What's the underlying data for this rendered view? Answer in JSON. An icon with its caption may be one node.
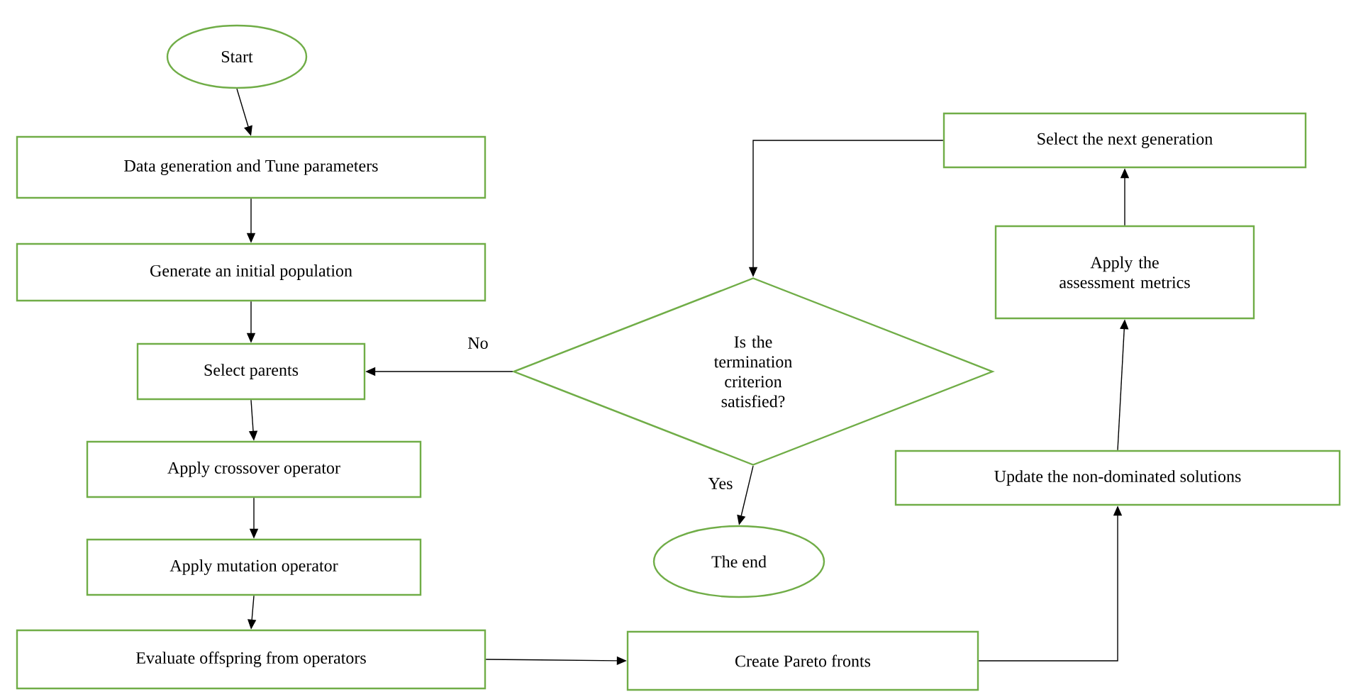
{
  "diagram": {
    "nodes": [
      {
        "text": [
          "Start"
        ]
      },
      {
        "text": [
          "Data generation and Tune parameters"
        ]
      },
      {
        "text": [
          "Generate an initial population"
        ]
      },
      {
        "text": [
          "Select parents"
        ]
      },
      {
        "text": [
          "Apply crossover operator"
        ]
      },
      {
        "text": [
          "Apply mutation operator"
        ]
      },
      {
        "text": [
          "Evaluate offspring from operators"
        ]
      },
      {
        "text": [
          "Create Pareto fronts"
        ]
      },
      {
        "text": [
          "Update the non-dominated solutions"
        ]
      },
      {
        "text": [
          "Apply the assessment metrics"
        ]
      },
      {
        "text": [
          "Select the next generation"
        ]
      },
      {
        "text": [
          "Is the termination criterion satisfied?"
        ]
      },
      {
        "text": [
          "The end"
        ]
      }
    ],
    "edges": [
      {
        "from": 0,
        "to": 1,
        "arrow": "to"
      },
      {
        "from": 1,
        "to": 2,
        "arrow": "to"
      },
      {
        "from": 2,
        "to": 3,
        "arrow": "to"
      },
      {
        "from": 3,
        "to": 4,
        "arrow": "to"
      },
      {
        "from": 4,
        "to": 5,
        "arrow": "to"
      },
      {
        "from": 5,
        "to": 6,
        "arrow": "to"
      },
      {
        "from": 6,
        "to": 7,
        "arrow": "to"
      },
      {
        "from": 7,
        "to": 8,
        "arrow": "to"
      },
      {
        "from": 8,
        "to": 9,
        "arrow": "to"
      },
      {
        "from": 9,
        "to": 10,
        "arrow": "to"
      },
      {
        "from": 10,
        "to": 11,
        "arrow": "to"
      },
      {
        "from": 11,
        "to": 3,
        "arrow": "to",
        "label": "No"
      },
      {
        "from": 11,
        "to": 12,
        "arrow": "to",
        "label": "Yes"
      }
    ]
  }
}
